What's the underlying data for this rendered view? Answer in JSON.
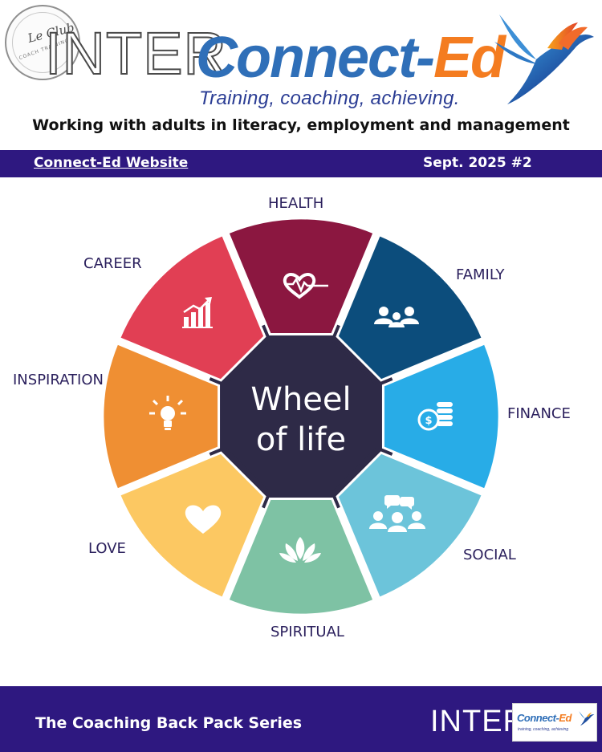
{
  "header": {
    "badge_script": "Le Club",
    "badge_ring": "COACH TRAINING",
    "inter": "INTER",
    "logo_connect": "Connect-",
    "logo_ed": "Ed",
    "tagline": "Training, coaching, achieving."
  },
  "subtitle": "Working  with adults in literacy, employment and management",
  "bar": {
    "link": "Connect-Ed Website",
    "issue": "Sept.  2025 #2"
  },
  "wheel": {
    "center_line1": "Wheel",
    "center_line2": "of life",
    "segments": [
      {
        "label": "HEALTH",
        "color": "#8b1740",
        "icon": "heart-pulse-icon"
      },
      {
        "label": "FAMILY",
        "color": "#0c4d7c",
        "icon": "family-icon"
      },
      {
        "label": "FINANCE",
        "color": "#28ace7",
        "icon": "coins-icon"
      },
      {
        "label": "SOCIAL",
        "color": "#6cc4da",
        "icon": "social-group-icon"
      },
      {
        "label": "SPIRITUAL",
        "color": "#7ec2a4",
        "icon": "lotus-icon"
      },
      {
        "label": "LOVE",
        "color": "#fcc862",
        "icon": "heart-icon"
      },
      {
        "label": "INSPIRATION",
        "color": "#ef8f33",
        "icon": "lightbulb-icon"
      },
      {
        "label": "CAREER",
        "color": "#e13f54",
        "icon": "growth-chart-icon"
      }
    ],
    "center_color": "#2e2a47",
    "gap_color": "#2e2a47"
  },
  "footer": {
    "series": "The Coaching Back Pack Series",
    "inter": "INTER",
    "logo_connect": "Connect-",
    "logo_ed": "Ed",
    "logo_tagline": "training, coaching, achieving"
  },
  "colors": {
    "brand_purple": "#2e1880",
    "brand_blue": "#2f6fb8",
    "brand_orange": "#f47c20"
  }
}
